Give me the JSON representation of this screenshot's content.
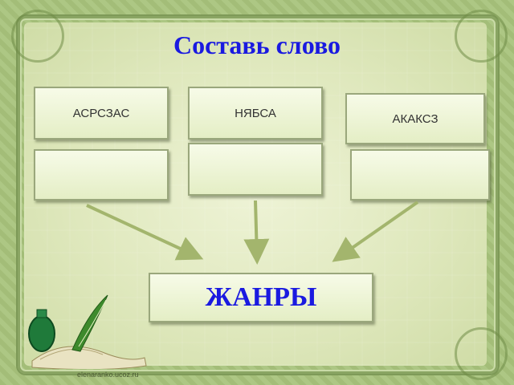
{
  "title": "Составь слово",
  "scrambled_words": [
    "АСРСЗАС",
    "НЯБСА",
    "АКАКСЗ"
  ],
  "answer_boxes": [
    "",
    "",
    ""
  ],
  "result": "ЖАНРЫ",
  "credit": "elenaranko.ucoz.ru",
  "colors": {
    "title": "#1a1ae0",
    "arrow": "#a3b56d",
    "box_border": "#9aa77c"
  }
}
